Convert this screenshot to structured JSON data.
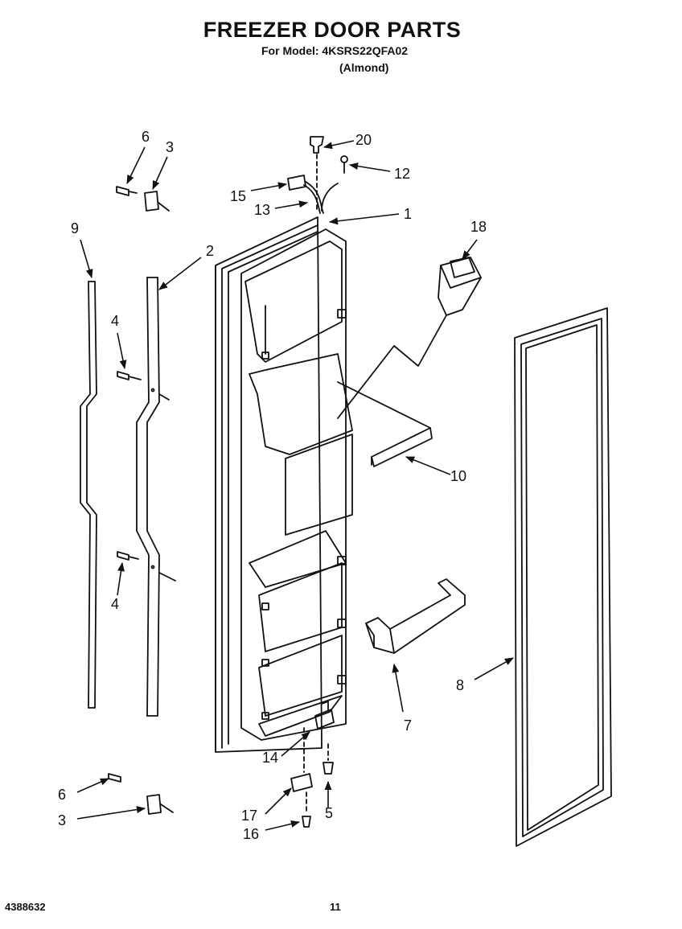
{
  "header": {
    "title": "FREEZER DOOR PARTS",
    "model_line": "For Model: 4KSRS22QFA02",
    "variant": "(Almond)"
  },
  "footer": {
    "doc_number": "4388632",
    "page_number": "11"
  },
  "callouts": [
    {
      "id": "c20",
      "label": "20"
    },
    {
      "id": "c12",
      "label": "12"
    },
    {
      "id": "c15",
      "label": "15"
    },
    {
      "id": "c13",
      "label": "13"
    },
    {
      "id": "c1",
      "label": "1"
    },
    {
      "id": "c6a",
      "label": "6"
    },
    {
      "id": "c3a",
      "label": "3"
    },
    {
      "id": "c9",
      "label": "9"
    },
    {
      "id": "c2",
      "label": "2"
    },
    {
      "id": "c4a",
      "label": "4"
    },
    {
      "id": "c18",
      "label": "18"
    },
    {
      "id": "c10",
      "label": "10"
    },
    {
      "id": "c4b",
      "label": "4"
    },
    {
      "id": "c7",
      "label": "7"
    },
    {
      "id": "c8",
      "label": "8"
    },
    {
      "id": "c14",
      "label": "14"
    },
    {
      "id": "c6b",
      "label": "6"
    },
    {
      "id": "c3b",
      "label": "3"
    },
    {
      "id": "c17",
      "label": "17"
    },
    {
      "id": "c5",
      "label": "5"
    },
    {
      "id": "c16",
      "label": "16"
    }
  ]
}
